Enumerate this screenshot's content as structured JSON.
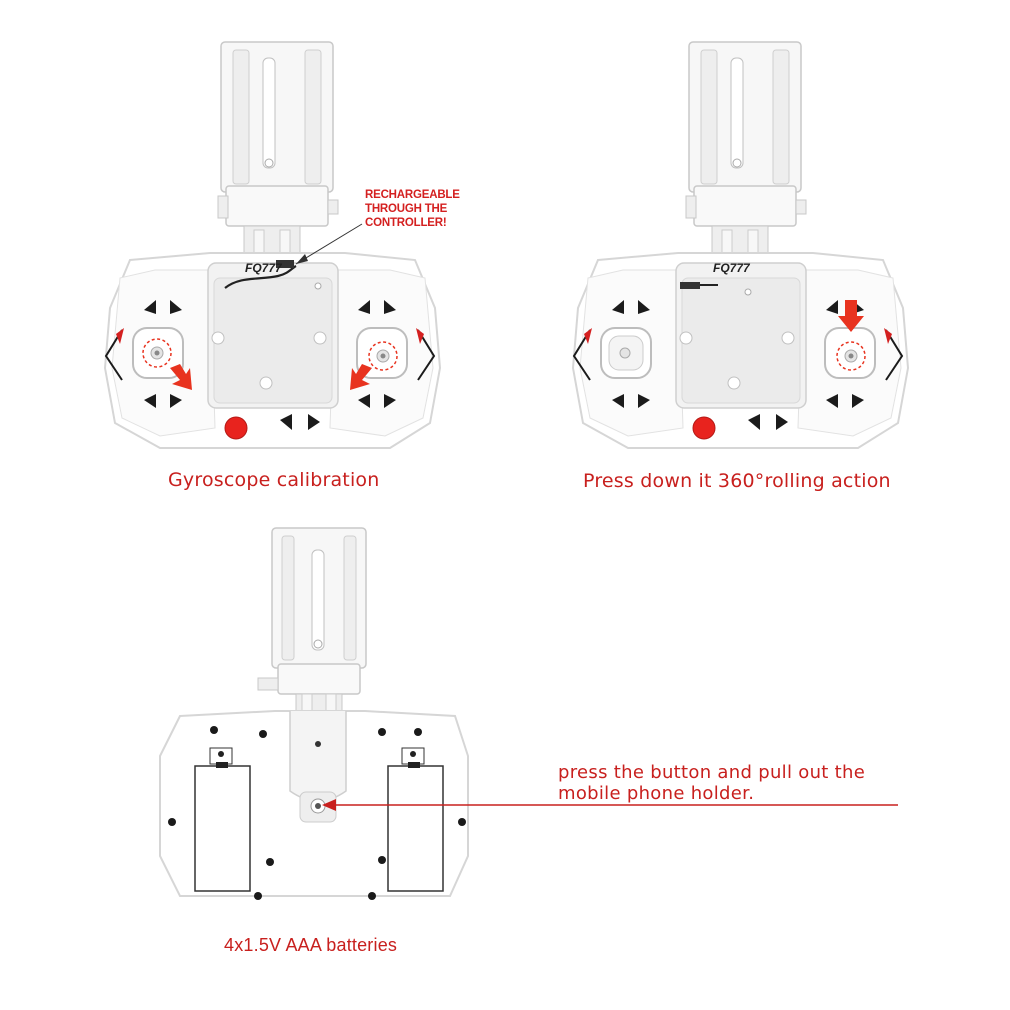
{
  "panel_left": {
    "brand": "FQ777",
    "callout_lines": [
      "RECHARGEABLE",
      "THROUGH THE",
      "CONTROLLER!"
    ],
    "caption": "Gyroscope calibration"
  },
  "panel_right": {
    "brand": "FQ777",
    "caption": "Press down it 360°rolling action"
  },
  "panel_bottom": {
    "note_lines": [
      "press the button and pull out the",
      "mobile phone holder."
    ],
    "caption": "4x1.5V AAA batteries"
  },
  "colors": {
    "accent": "#c8201e",
    "arrow": "#e8331f",
    "outline": "#cfcfcf",
    "dark": "#222222"
  },
  "icons": {
    "dpad": "triangle-arrow-icon",
    "red_button": "power-button-icon",
    "down_arrow": "press-down-arrow-icon",
    "diag_arrow": "calibration-arrow-icon"
  }
}
